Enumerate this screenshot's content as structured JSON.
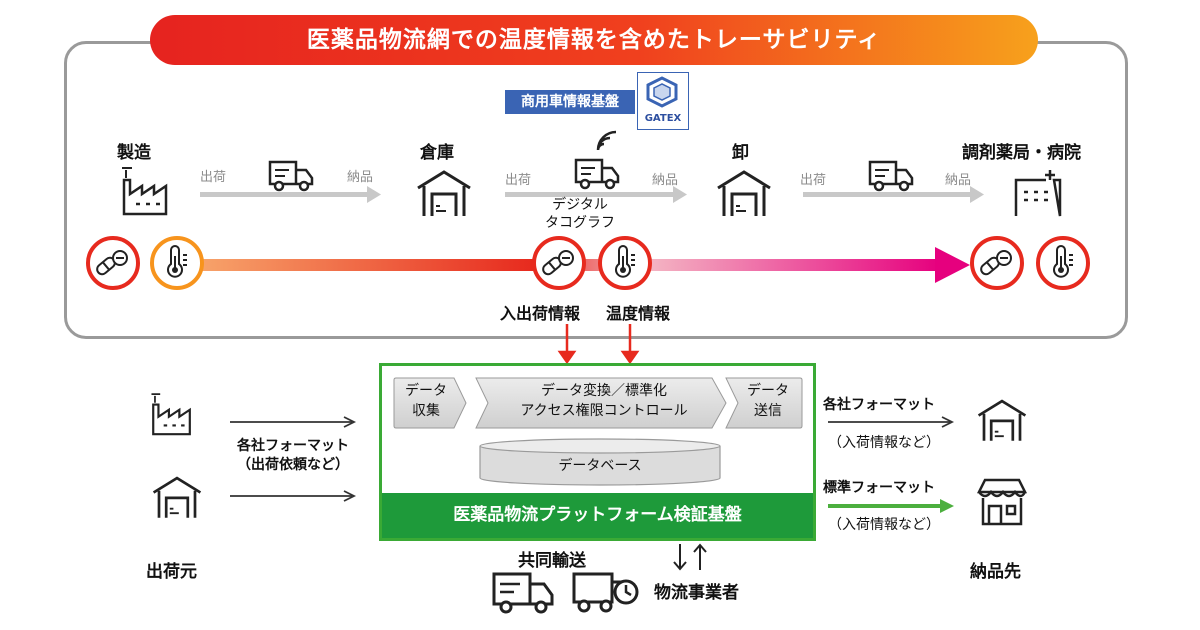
{
  "title": "医薬品物流網での温度情報を含めたトレーサビリティ",
  "gatex": {
    "label": "商用車情報基盤",
    "logo_text": "GATEX"
  },
  "stations": {
    "manufacture": "製造",
    "warehouse": "倉庫",
    "wholesale": "卸",
    "pharmacy": "調剤薬局・病院"
  },
  "flow_labels": {
    "ship_1": "出荷",
    "deliver_1": "納品",
    "ship_2": "出荷",
    "deliver_2": "納品",
    "ship_3": "出荷",
    "deliver_3": "納品"
  },
  "digital_tacho": {
    "line1": "デジタル",
    "line2": "タコグラフ"
  },
  "info_labels": {
    "io_info": "入出荷情報",
    "temp_info": "温度情報"
  },
  "platform": {
    "collect_line1": "データ",
    "collect_line2": "収集",
    "convert_line1": "データ変換／標準化",
    "convert_line2": "アクセス権限コントロール",
    "send_line1": "データ",
    "send_line2": "送信",
    "database": "データベース",
    "name": "医薬品物流プラットフォーム検証基盤"
  },
  "left": {
    "format": "各社フォーマット",
    "format_note": "（出荷依頼など）",
    "origin": "出荷元"
  },
  "right": {
    "format1": "各社フォーマット",
    "format1_note": "（入荷情報など）",
    "format2": "標準フォーマット",
    "format2_note": "（入荷情報など）",
    "destination": "納品先"
  },
  "bottom": {
    "joint_transport": "共同輸送",
    "carriers": "物流事業者"
  },
  "colors": {
    "red": "#e72a1e",
    "orange": "#f7941d",
    "magenta": "#e6007e",
    "green": "#3aaa35",
    "grey": "#9a9a9a"
  }
}
